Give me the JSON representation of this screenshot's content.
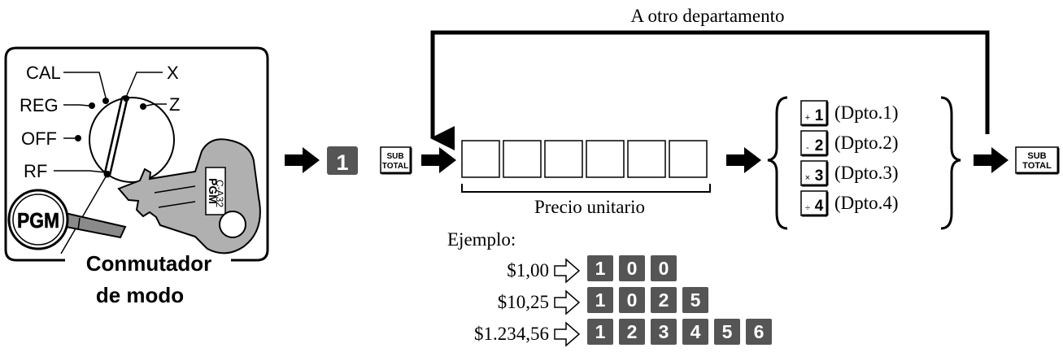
{
  "mode_switch": {
    "positions": [
      "CAL",
      "X",
      "REG",
      "Z",
      "OFF",
      "RF"
    ],
    "pgm_label": "PGM",
    "caption_line1": "Conmutador",
    "caption_line2": "de modo",
    "key_label_main": "PGM",
    "key_label_code": "C-A32"
  },
  "flow": {
    "loop_label": "A otro departamento",
    "step1_key": "1",
    "subtotal_key_line1": "SUB",
    "subtotal_key_line2": "TOTAL",
    "entry_box_count": 6,
    "entry_caption": "Precio unitario"
  },
  "departments": [
    {
      "symbol": "+",
      "number": "1",
      "label": "(Dpto.1)"
    },
    {
      "symbol": "-",
      "number": "2",
      "label": "(Dpto.2)"
    },
    {
      "symbol": "×",
      "number": "3",
      "label": "(Dpto.3)"
    },
    {
      "symbol": "÷",
      "number": "4",
      "label": "(Dpto.4)"
    }
  ],
  "example": {
    "title": "Ejemplo:",
    "rows": [
      {
        "amount": "$1,00",
        "keys": [
          "1",
          "0",
          "0"
        ]
      },
      {
        "amount": "$10,25",
        "keys": [
          "1",
          "0",
          "2",
          "5"
        ]
      },
      {
        "amount": "$1.234,56",
        "keys": [
          "1",
          "2",
          "3",
          "4",
          "5",
          "6"
        ]
      }
    ]
  },
  "colors": {
    "ink": "#000000",
    "key_fill": "#555555",
    "key_text": "#ffffff",
    "lens_fill": "#8a8a8a"
  }
}
